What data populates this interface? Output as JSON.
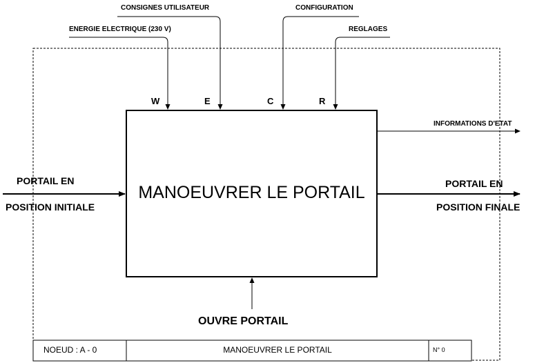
{
  "controls": {
    "consignes": "CONSIGNES UTILISATEUR",
    "configuration": "CONFIGURATION"
  },
  "inputs_top": {
    "energie": "ENERGIE ELECTRIQUE (230 V)",
    "reglages": "REGLAGES"
  },
  "letters": {
    "w": "W",
    "e": "E",
    "c": "C",
    "r": "R"
  },
  "box": {
    "label": "MANOEUVRER LE PORTAIL"
  },
  "left_input": {
    "line1": "PORTAIL EN",
    "line2": "POSITION INITIALE"
  },
  "right_output": {
    "line1": "PORTAIL EN",
    "line2": "POSITION FINALE"
  },
  "info_output": "INFORMATIONS D'ETAT",
  "mechanism": "OUVRE PORTAIL",
  "cartouche": {
    "noeud": "NOEUD : A - 0",
    "titre": "MANOEUVRER LE PORTAIL",
    "numero": "N° 0"
  }
}
